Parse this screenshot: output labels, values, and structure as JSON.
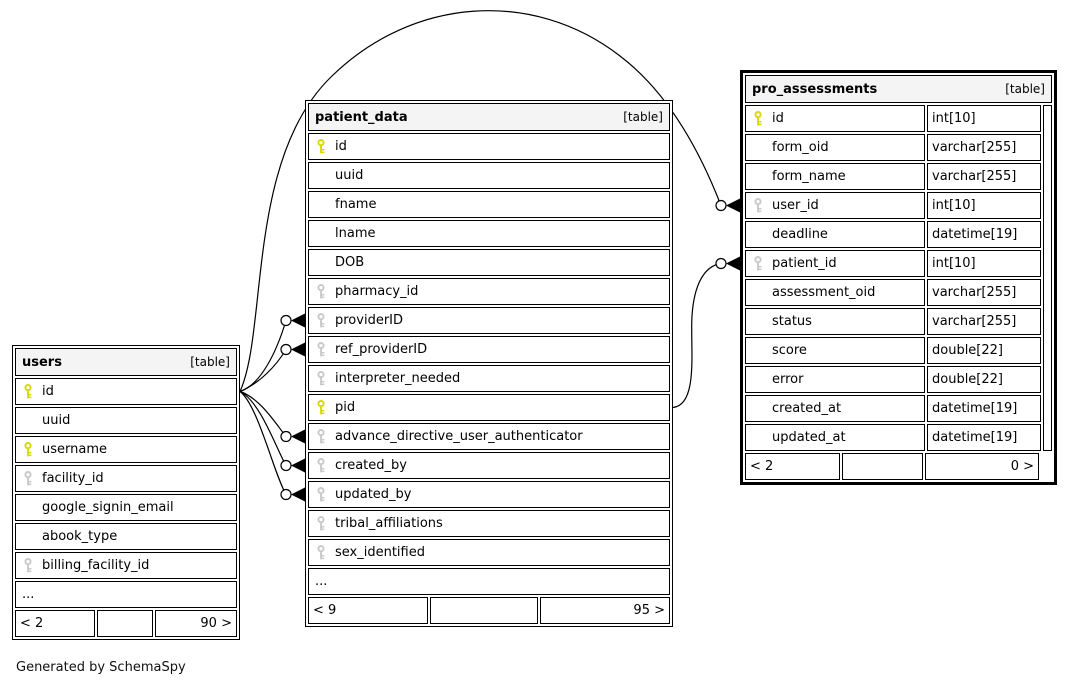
{
  "diagram": {
    "footer_note": "Generated by SchemaSpy"
  },
  "colors": {
    "primary_key": "#d8d800",
    "foreign_key": "#c9c9c9",
    "header_bg": "#f4f4f4",
    "line": "#000000"
  },
  "tables": [
    {
      "id": "users",
      "title": "users",
      "badge": "[table]",
      "has_types": false,
      "columns": [
        {
          "name": "id",
          "key": "pk"
        },
        {
          "name": "uuid",
          "key": null
        },
        {
          "name": "username",
          "key": "pk"
        },
        {
          "name": "facility_id",
          "key": "fk"
        },
        {
          "name": "google_signin_email",
          "key": null
        },
        {
          "name": "abook_type",
          "key": null
        },
        {
          "name": "billing_facility_id",
          "key": "fk"
        },
        {
          "name": "...",
          "key": null
        }
      ],
      "footer": {
        "left": "< 2",
        "middle": "",
        "right": "90 >"
      }
    },
    {
      "id": "patient_data",
      "title": "patient_data",
      "badge": "[table]",
      "has_types": false,
      "columns": [
        {
          "name": "id",
          "key": "pk"
        },
        {
          "name": "uuid",
          "key": null
        },
        {
          "name": "fname",
          "key": null
        },
        {
          "name": "lname",
          "key": null
        },
        {
          "name": "DOB",
          "key": null
        },
        {
          "name": "pharmacy_id",
          "key": "fk"
        },
        {
          "name": "providerID",
          "key": "fk"
        },
        {
          "name": "ref_providerID",
          "key": "fk"
        },
        {
          "name": "interpreter_needed",
          "key": "fk"
        },
        {
          "name": "pid",
          "key": "pk"
        },
        {
          "name": "advance_directive_user_authenticator",
          "key": "fk"
        },
        {
          "name": "created_by",
          "key": "fk"
        },
        {
          "name": "updated_by",
          "key": "fk"
        },
        {
          "name": "tribal_affiliations",
          "key": "fk"
        },
        {
          "name": "sex_identified",
          "key": "fk"
        },
        {
          "name": "...",
          "key": null
        }
      ],
      "footer": {
        "left": "< 9",
        "middle": "",
        "right": "95 >"
      }
    },
    {
      "id": "pro_assessments",
      "title": "pro_assessments",
      "badge": "[table]",
      "has_types": true,
      "columns": [
        {
          "name": "id",
          "type": "int[10]",
          "key": "pk"
        },
        {
          "name": "form_oid",
          "type": "varchar[255]",
          "key": null
        },
        {
          "name": "form_name",
          "type": "varchar[255]",
          "key": null
        },
        {
          "name": "user_id",
          "type": "int[10]",
          "key": "fk"
        },
        {
          "name": "deadline",
          "type": "datetime[19]",
          "key": null
        },
        {
          "name": "patient_id",
          "type": "int[10]",
          "key": "fk"
        },
        {
          "name": "assessment_oid",
          "type": "varchar[255]",
          "key": null
        },
        {
          "name": "status",
          "type": "varchar[255]",
          "key": null
        },
        {
          "name": "score",
          "type": "double[22]",
          "key": null
        },
        {
          "name": "error",
          "type": "double[22]",
          "key": null
        },
        {
          "name": "created_at",
          "type": "datetime[19]",
          "key": null
        },
        {
          "name": "updated_at",
          "type": "datetime[19]",
          "key": null
        }
      ],
      "footer": {
        "left": "< 2",
        "middle": "",
        "right": "0 >"
      }
    }
  ],
  "relationships": [
    {
      "fk": "patient_data.providerID",
      "references": "users.id"
    },
    {
      "fk": "patient_data.ref_providerID",
      "references": "users.id"
    },
    {
      "fk": "patient_data.advance_directive_user_authenticator",
      "references": "users.id"
    },
    {
      "fk": "patient_data.created_by",
      "references": "users.id"
    },
    {
      "fk": "patient_data.updated_by",
      "references": "users.id"
    },
    {
      "fk": "pro_assessments.user_id",
      "references": "users.id"
    },
    {
      "fk": "pro_assessments.patient_id",
      "references": "patient_data.pid"
    }
  ]
}
